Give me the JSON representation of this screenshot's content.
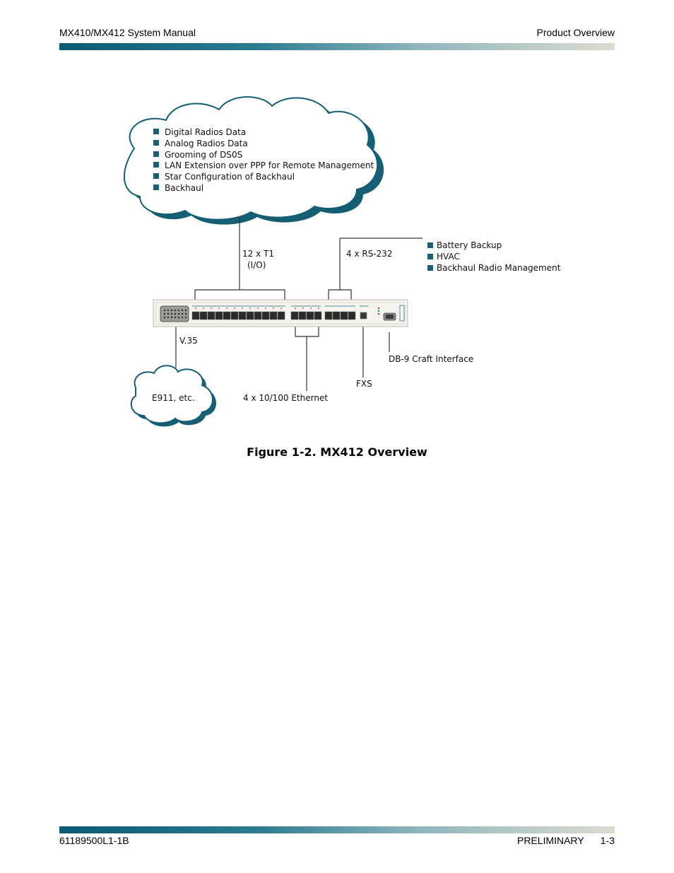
{
  "header": {
    "left": "MX410/MX412 System Manual",
    "right": "Product Overview"
  },
  "figure": {
    "cloud_items": [
      "Digital Radios Data",
      "Analog Radios Data",
      "Grooming of DS0S",
      "LAN Extension over PPP for Remote Management",
      "Star Configuration of Backhaul",
      "Backhaul"
    ],
    "t1_label_1": "12 x T1",
    "t1_label_2": "(I/O)",
    "rs232_label": "4 x RS-232",
    "rs232_items": [
      "Battery Backup",
      "HVAC",
      "Backhaul Radio Management"
    ],
    "v35_label": "V.35",
    "e911_label": "E911, etc.",
    "ethernet_label": "4 x 10/100 Ethernet",
    "fxs_label": "FXS",
    "craft_label": "DB-9 Craft Interface",
    "caption": "Figure 1-2.  MX412 Overview",
    "bullet_color": "#1a5e75"
  },
  "footer": {
    "left": "61189500L1-1B",
    "status": "PRELIMINARY",
    "page": "1-3"
  }
}
